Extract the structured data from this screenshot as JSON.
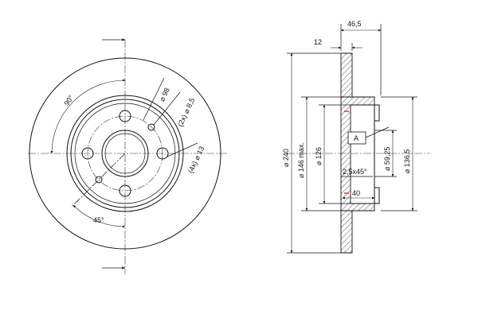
{
  "front_view": {
    "angle_top": "90°",
    "angle_bottom": "45°",
    "pcd": "⌀ 98",
    "small_holes": "(2x) ⌀ 8,5",
    "bolt_holes": "(4x) ⌀ 13"
  },
  "section_view": {
    "overall_width": "46,5",
    "disc_thickness": "12",
    "outer_diameter": "⌀ 240",
    "hat_max": "⌀ 146 max.",
    "hat_diameter": "⌀ 126",
    "centre_bore": "⌀ 59,25",
    "hat_outer": "⌀ 136,5",
    "chamfer": "2,5x45°",
    "hat_depth": "40",
    "datum": "A"
  },
  "colors": {
    "line": "#111111",
    "marker": "#d01010"
  }
}
